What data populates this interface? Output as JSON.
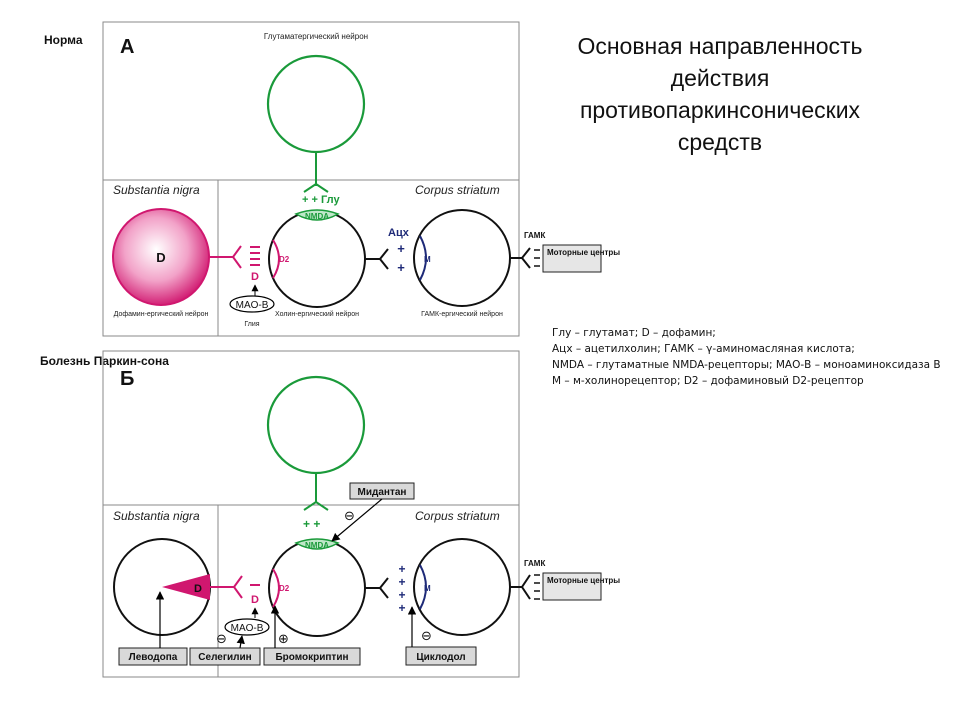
{
  "title": {
    "lines": [
      "Основная направленность",
      "действия",
      "противопаркинсонических",
      "средств"
    ]
  },
  "legend": {
    "lines": [
      "Глу – глутамат; D – дофамин;",
      "Ацх – ацетилхолин; ГАМК – γ-аминомасляная кислота;",
      "NMDA – глутаматные NMDA-рецепторы; МАО-В – моноаминоксидаза В",
      "М – м-холинорецептор; D2 – дофаминовый D2-рецептор"
    ]
  },
  "panel_a": {
    "side_label": "Норма",
    "letter": "А",
    "glutamate_neuron": "Глутаматергический нейрон",
    "substantia_nigra": "Substantia nigra",
    "corpus_striatum": "Corpus striatum",
    "glu_signal": "+ + Глу",
    "nmda": "NMDA",
    "dopamine": "D",
    "d2": "D2",
    "d_release": "D",
    "mao_b": "MAO-B",
    "glia": "Глия",
    "ach": "Ацх",
    "ach_plus": "+ +",
    "m_receptor": "M",
    "gaba": "ГАМК",
    "motor_centers": "Моторные центры",
    "dopaminergic_neuron": "Дофамин-ергический нейрон",
    "cholinergic_neuron": "Холин-ергический нейрон",
    "gabaergic_neuron": "ГАМК-ергический нейрон"
  },
  "panel_b": {
    "side_label": "Болезнь Паркин-сона",
    "letter": "Б",
    "substantia_nigra": "Substantia nigra",
    "corpus_striatum": "Corpus striatum",
    "glu_plus": "+ +",
    "nmda": "NMDA",
    "dopamine": "D",
    "d2": "D2",
    "d_release": "D",
    "mao_b": "MAO-B",
    "m_receptor": "M",
    "gaba": "ГАМК",
    "motor_centers": "Моторные центры",
    "drugs": {
      "midantan": "Мидантан",
      "levodopa": "Леводопа",
      "selegiline": "Селегилин",
      "bromocriptine": "Бромокриптин",
      "cyclodol": "Циклодол"
    },
    "inhibit": "⊖",
    "stimulate": "⊕"
  },
  "colors": {
    "green": "#1a9a3a",
    "magenta": "#d0176f",
    "navy": "#1e2a78",
    "box_gray": "#d9d9d9",
    "frame": "#8a8a8a"
  }
}
